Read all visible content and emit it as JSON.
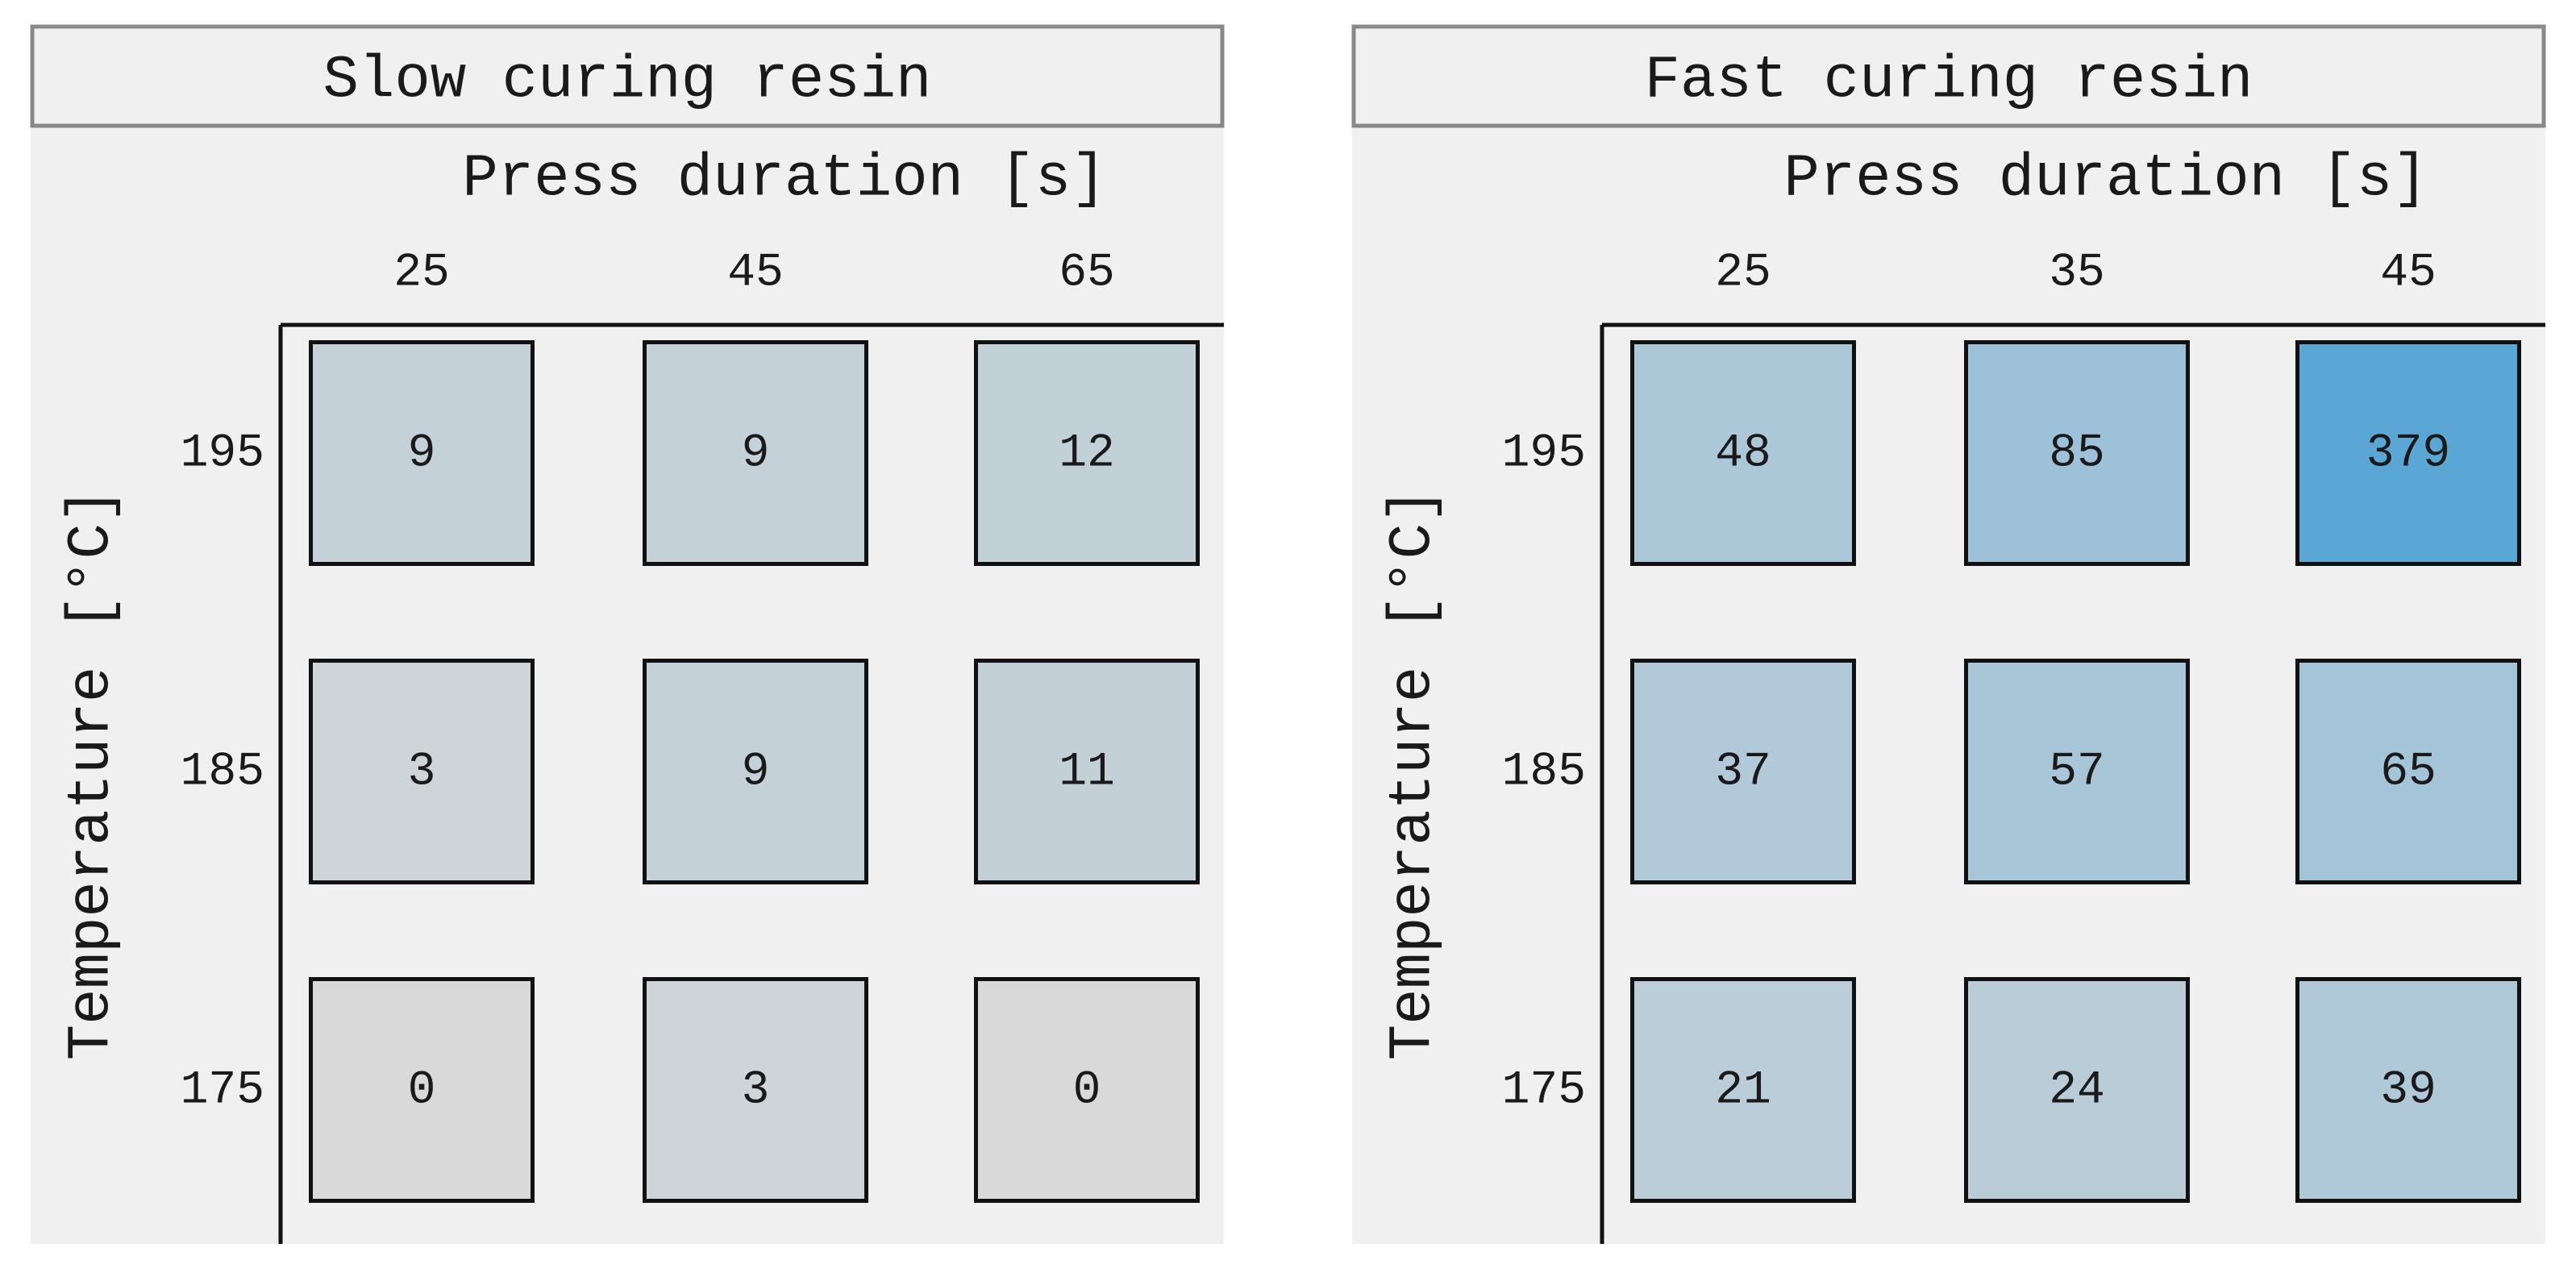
{
  "chart_data": [
    {
      "type": "heatmap",
      "title": "Slow curing resin",
      "xlabel": "Press duration [s]",
      "ylabel": "Temperature [°C]",
      "x": [
        "25",
        "45",
        "65"
      ],
      "y": [
        "195",
        "185",
        "175"
      ],
      "values": [
        [
          9,
          9,
          12
        ],
        [
          3,
          9,
          11
        ],
        [
          0,
          3,
          0
        ]
      ]
    },
    {
      "type": "heatmap",
      "title": "Fast curing resin",
      "xlabel": "Press duration [s]",
      "ylabel": "Temperature [°C]",
      "x": [
        "25",
        "35",
        "45"
      ],
      "y": [
        "195",
        "185",
        "175"
      ],
      "values": [
        [
          48,
          85,
          379
        ],
        [
          37,
          57,
          65
        ],
        [
          21,
          24,
          39
        ]
      ]
    }
  ],
  "colors": {
    "panel_background": "#f0f0f0",
    "header_background": "#f0f0f0",
    "header_border": "#888888",
    "cell_low": "#d9d9d9",
    "cell_high": "#5aa7d6",
    "cell_border": "#111111",
    "axis_line": "#111111"
  },
  "color_scale_max": 379
}
